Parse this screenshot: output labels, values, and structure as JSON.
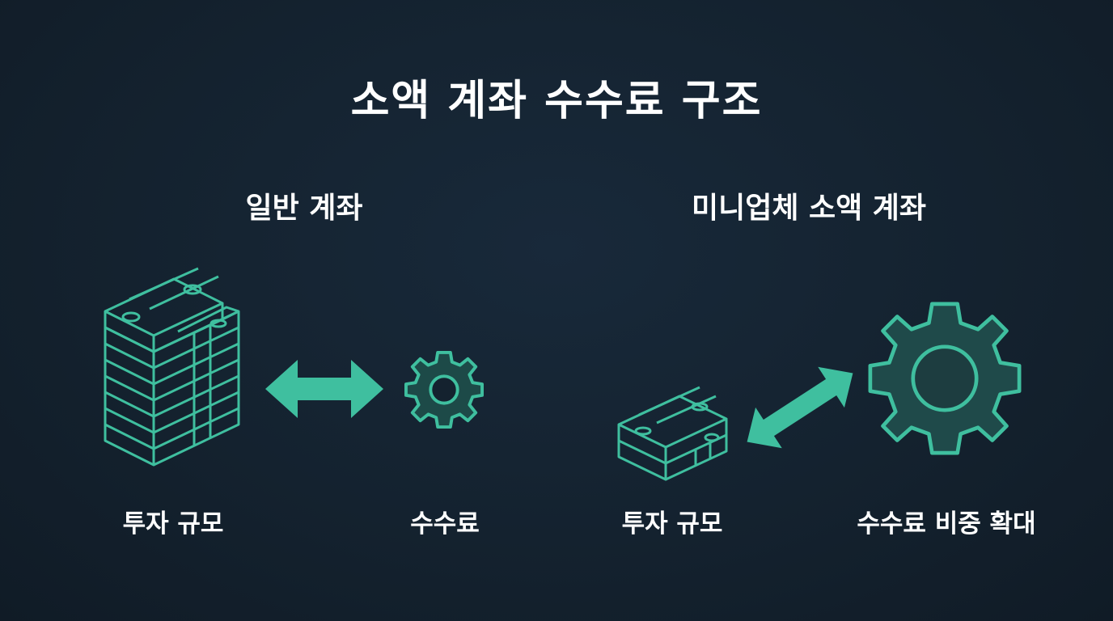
{
  "title": "소액 계좌 수수료 구조",
  "left": {
    "heading": "일반 계좌",
    "investment_label": "투자 규모",
    "fee_label": "수수료"
  },
  "right": {
    "heading": "미니업체 소액 계좌",
    "investment_label": "투자 규모",
    "fee_label": "수수료 비중 확대"
  },
  "colors": {
    "background": "#14222f",
    "accent": "#3fbf9f",
    "text": "#ffffff"
  },
  "icons": {
    "large_stack": "money-stack-large-icon",
    "small_stack": "money-stack-small-icon",
    "gear_small": "gear-small-icon",
    "gear_large": "gear-large-icon",
    "arrow_horizontal": "double-arrow-horizontal-icon",
    "arrow_diagonal": "double-arrow-diagonal-icon"
  }
}
